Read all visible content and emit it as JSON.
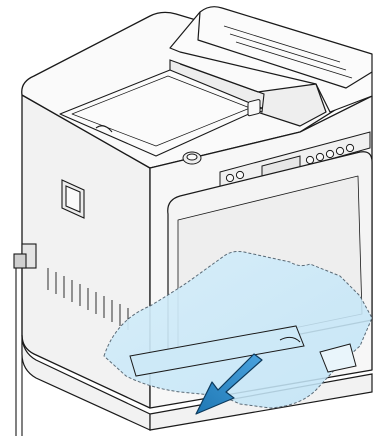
{
  "figure": {
    "subject": "laser-printer",
    "highlight": "lower-paper-tray-pulled-out",
    "arrow_direction": "down-left"
  },
  "colors": {
    "outline": "#1a1a1a",
    "body": "#f7f7f7",
    "shade": "#e6e6e6",
    "tray_highlight": "#d6eefa",
    "arrow": "#1f78b4",
    "arrow_outline": "#0d3a5c"
  },
  "icons": [
    "printer-icon",
    "power-cord-icon",
    "arrow-icon"
  ]
}
